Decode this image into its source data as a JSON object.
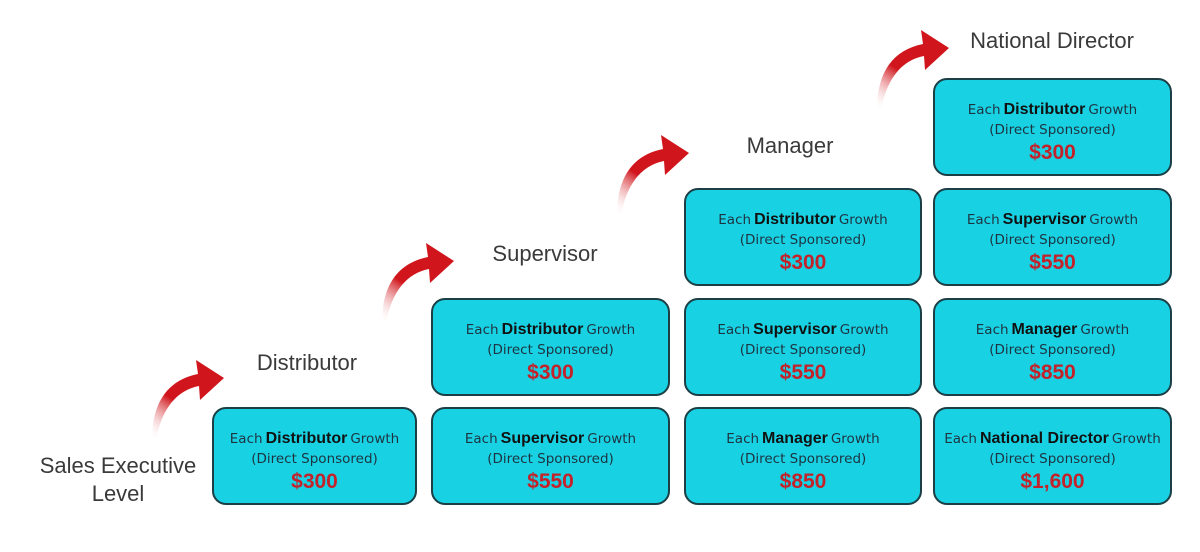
{
  "levels": [
    {
      "title": "Sales Executive Level",
      "boxes": [
        {
          "prefix": "Each",
          "role": "Distributor",
          "suffix": "Growth",
          "note": "(Direct Sponsored)",
          "amount": "$300"
        }
      ]
    },
    {
      "title": "Distributor",
      "boxes": [
        {
          "prefix": "Each",
          "role": "Distributor",
          "suffix": "Growth",
          "note": "(Direct Sponsored)",
          "amount": "$300"
        },
        {
          "prefix": "Each",
          "role": "Supervisor",
          "suffix": "Growth",
          "note": "(Direct Sponsored)",
          "amount": "$550"
        }
      ]
    },
    {
      "title": "Supervisor",
      "boxes": [
        {
          "prefix": "Each",
          "role": "Distributor",
          "suffix": "Growth",
          "note": "(Direct Sponsored)",
          "amount": "$300"
        },
        {
          "prefix": "Each",
          "role": "Supervisor",
          "suffix": "Growth",
          "note": "(Direct Sponsored)",
          "amount": "$550"
        },
        {
          "prefix": "Each",
          "role": "Manager",
          "suffix": "Growth",
          "note": "(Direct Sponsored)",
          "amount": "$850"
        }
      ]
    },
    {
      "title": "Manager",
      "boxes": []
    },
    {
      "title": "National Director",
      "boxes": [
        {
          "prefix": "Each",
          "role": "Distributor",
          "suffix": "Growth",
          "note": "(Direct Sponsored)",
          "amount": "$300"
        },
        {
          "prefix": "Each",
          "role": "Supervisor",
          "suffix": "Growth",
          "note": "(Direct Sponsored)",
          "amount": "$550"
        },
        {
          "prefix": "Each",
          "role": "Manager",
          "suffix": "Growth",
          "note": "(Direct Sponsored)",
          "amount": "$850"
        },
        {
          "prefix": "Each",
          "role": "National Director",
          "suffix": "Growth",
          "note": "(Direct Sponsored)",
          "amount": "$1,600"
        }
      ]
    }
  ],
  "colors": {
    "box": "#18d2e4",
    "price": "#c3222a",
    "arrow": "#d0161c"
  }
}
